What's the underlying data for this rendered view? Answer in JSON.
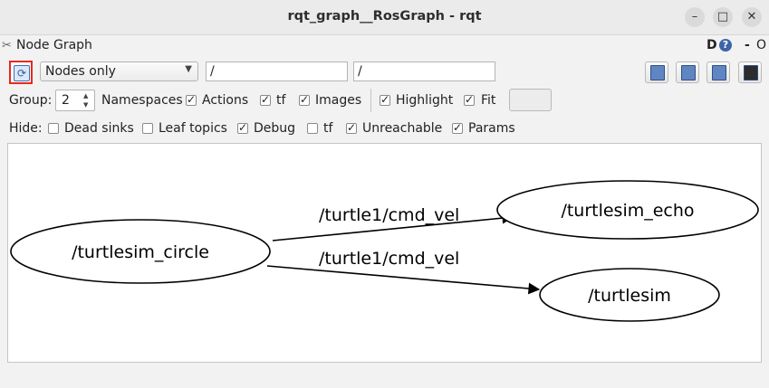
{
  "window": {
    "title": "rqt_graph__RosGraph - rqt",
    "minimize": "–",
    "maximize": "□",
    "close": "✕"
  },
  "plugin": {
    "title": "Node Graph",
    "help_label": "D",
    "help_icon": "?",
    "dash": "-",
    "close_label": "O"
  },
  "toolbar": {
    "refresh_icon": "refresh-icon",
    "graph_type": "Nodes only",
    "ns_filter": "/",
    "topic_filter": "/"
  },
  "options": {
    "group_label": "Group:",
    "group_value": "2",
    "namespaces": {
      "label": "Namespaces",
      "checked": true
    },
    "actions": {
      "label": "Actions",
      "checked": true
    },
    "tf": {
      "label": "tf",
      "checked": true
    },
    "images": {
      "label": "Images",
      "checked": true
    },
    "highlight": {
      "label": "Highlight",
      "checked": true
    },
    "fit": {
      "label": "Fit",
      "checked": true
    }
  },
  "hide": {
    "label": "Hide:",
    "dead_sinks": {
      "label": "Dead sinks",
      "checked": false
    },
    "leaf_topics": {
      "label": "Leaf topics",
      "checked": false
    },
    "debug": {
      "label": "Debug",
      "checked": true
    },
    "tf": {
      "label": "tf",
      "checked": false
    },
    "unreachable": {
      "label": "Unreachable",
      "checked": true
    },
    "params": {
      "label": "Params",
      "checked": true
    }
  },
  "graph": {
    "nodes": [
      {
        "id": "circle",
        "label": "/turtlesim_circle"
      },
      {
        "id": "echo",
        "label": "/turtlesim_echo"
      },
      {
        "id": "turtlesim",
        "label": "/turtlesim"
      }
    ],
    "edges": [
      {
        "from": "circle",
        "to": "echo",
        "label": "/turtle1/cmd_vel"
      },
      {
        "from": "circle",
        "to": "turtlesim",
        "label": "/turtle1/cmd_vel"
      }
    ]
  }
}
